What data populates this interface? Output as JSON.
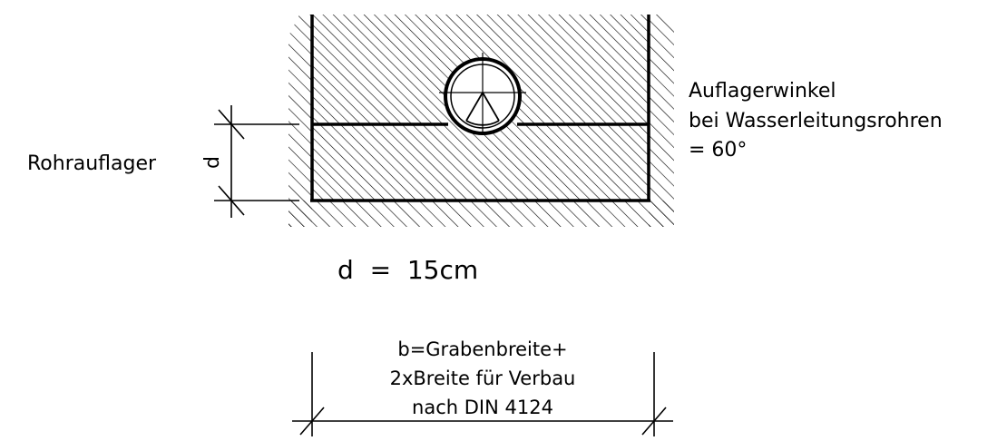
{
  "labels": {
    "angle_line1": "Auflagerwinkel",
    "angle_line2": "bei Wasserleitungsrohren",
    "angle_line3": "= 60°",
    "bedding": "Rohrauflager",
    "dim_symbol": "d",
    "d_value": "d  =  15cm",
    "width_line1": "b=Grabenbreite+",
    "width_line2": "2xBreite für Verbau",
    "width_line3": "nach DIN 4124"
  },
  "colors": {
    "line": "#000000",
    "background": "#ffffff"
  }
}
